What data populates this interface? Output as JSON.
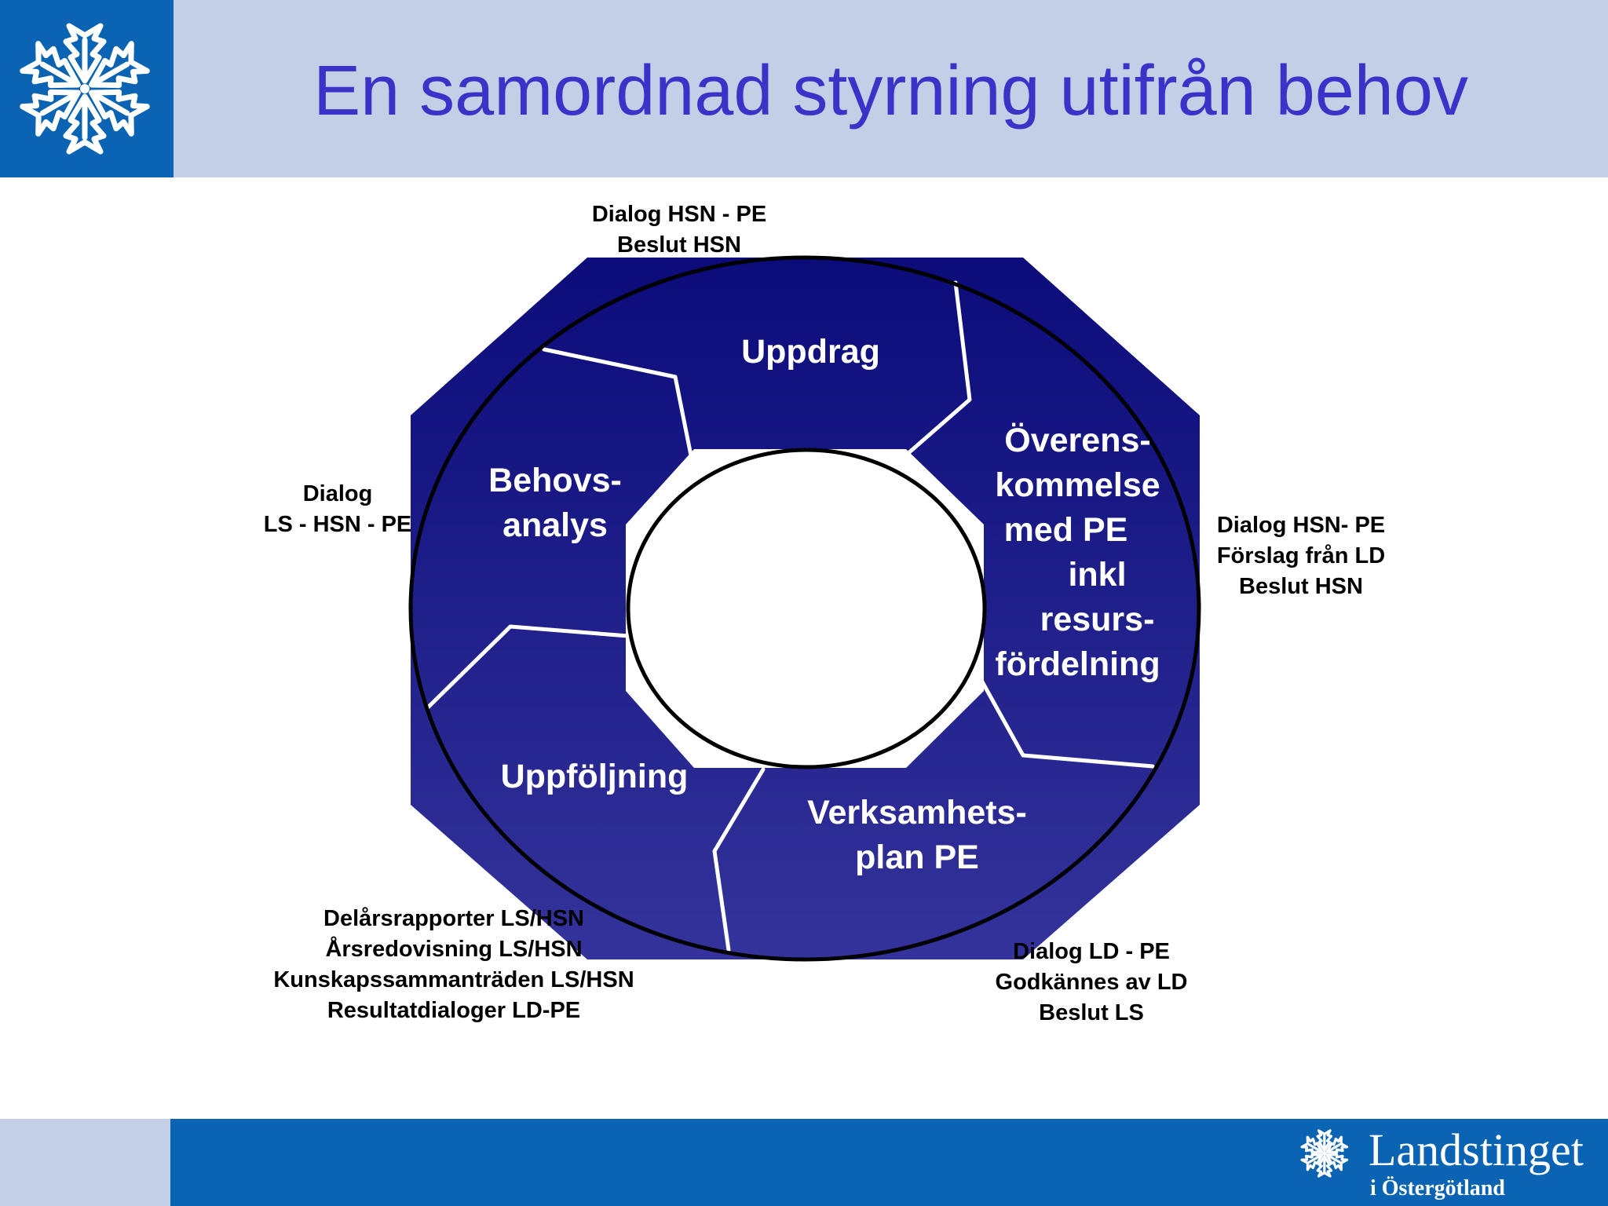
{
  "title": "En samordnad styrning utifrån behov",
  "brand": {
    "name": "Landstinget",
    "sub": "i Östergötland"
  },
  "colors": {
    "header_band": "#c3cfe7",
    "logo_blue": "#0b64b3",
    "title_text": "#3b32c8",
    "octagon_top": "#0b0b7a",
    "octagon_bottom": "#34339b"
  },
  "cycle": {
    "segments": {
      "uppdrag": [
        "Uppdrag"
      ],
      "overenskommelse": [
        "Överens-",
        "kommelse",
        "med PE",
        "inkl",
        "resurs-",
        "fördelning"
      ],
      "verksamhetsplan": [
        "Verksamhets-",
        "plan PE"
      ],
      "uppfoljning": [
        "Uppföljning"
      ],
      "behovsanalys": [
        "Behovs-",
        "analys"
      ]
    },
    "captions": {
      "top": [
        "Dialog HSN - PE",
        "Beslut HSN"
      ],
      "right": [
        "Dialog HSN- PE",
        "Förslag från LD",
        "Beslut HSN"
      ],
      "bottom_right": [
        "Dialog LD - PE",
        "Godkännes av LD",
        "Beslut LS"
      ],
      "bottom_left": [
        "Delårsrapporter LS/HSN",
        "Årsredovisning LS/HSN",
        "Kunskapssammanträden LS/HSN",
        "Resultatdialoger LD-PE"
      ],
      "left": [
        "Dialog",
        "LS - HSN - PE"
      ]
    }
  }
}
